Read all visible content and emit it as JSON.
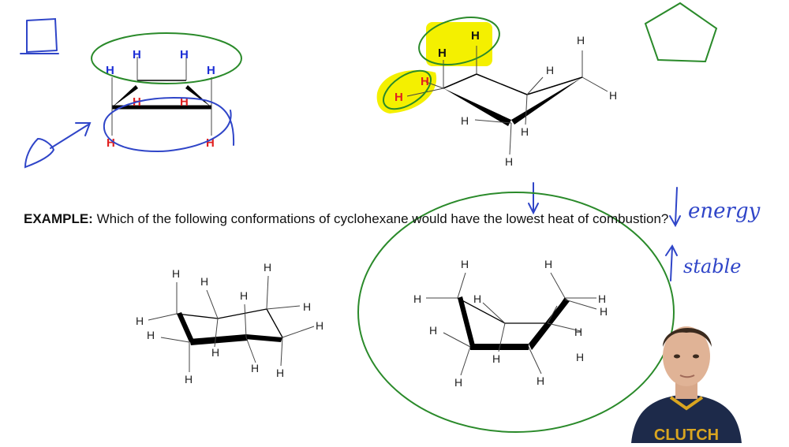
{
  "question": {
    "label": "EXAMPLE:",
    "text": "Which of the following conformations of cyclohexane would have the lowest heat of combustion?"
  },
  "atom_label": "H",
  "annotations": {
    "energy": "energy",
    "stable": "stable"
  },
  "presenter_shirt_text": "CLUTCH",
  "colors": {
    "ink_green": "#2a8a2a",
    "ink_blue": "#2f45c8",
    "highlight_yellow": "#f4f000",
    "axial_red": "#e02020",
    "equatorial_blue": "#1d2fd6",
    "shirt_navy": "#1d2a4a",
    "shirt_gold": "#d9a520"
  }
}
